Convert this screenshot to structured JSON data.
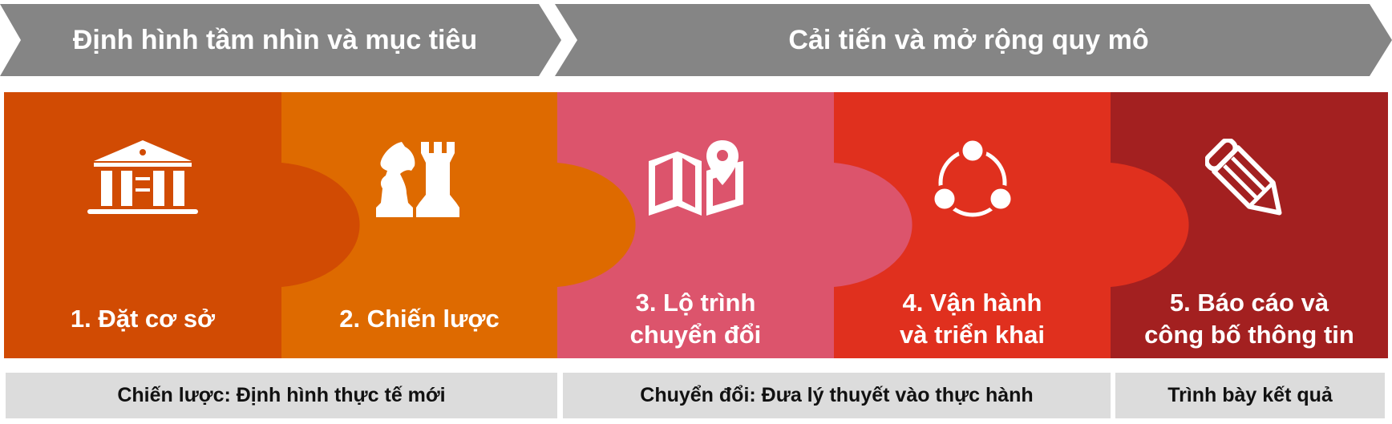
{
  "banners": {
    "left": "Định hình tầm nhìn và mục tiêu",
    "right": "Cải tiến và mở rộng quy mô"
  },
  "steps": [
    {
      "label": "1. Đặt cơ sở",
      "icon": "bank-icon",
      "color": "#D14B03"
    },
    {
      "label": "2. Chiến lược",
      "icon": "chess-pieces-icon",
      "color": "#DE6A00"
    },
    {
      "label": "3. Lộ trình\nchuyển đổi",
      "icon": "map-pin-icon",
      "color": "#DC546C"
    },
    {
      "label": "4. Vận hành\nvà triển khai",
      "icon": "cycle-nodes-icon",
      "color": "#E0301E"
    },
    {
      "label": "5. Báo cáo và\ncông bố thông tin",
      "icon": "pencil-icon",
      "color": "#A32020"
    }
  ],
  "footer": [
    "Chiến lược: Định hình thực tế mới",
    "Chuyển đổi: Đưa lý thuyết vào thực hành",
    "Trình bày kết quả"
  ],
  "colors": {
    "banner_gray": "#858585",
    "footer_gray": "#DCDCDC"
  }
}
